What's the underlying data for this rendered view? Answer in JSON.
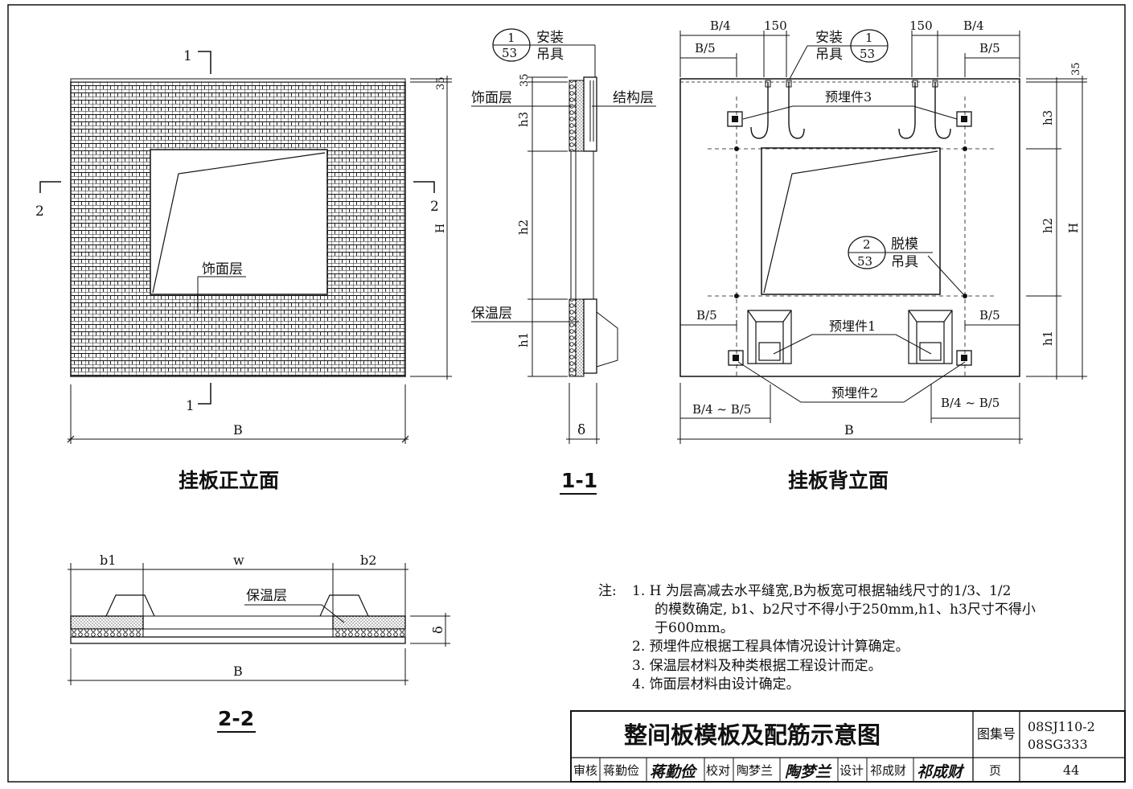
{
  "front": {
    "title": "挂板正立面",
    "label_finish": "饰面层",
    "dim_b": "B",
    "dim_h": "H",
    "dim_top": "35",
    "sec1_top": "1",
    "sec1_bot": "1",
    "sec2_left": "2",
    "sec2_right": "2"
  },
  "section11": {
    "title": "1-1",
    "ref_num": "1",
    "ref_page": "53",
    "ref_t1": "安装",
    "ref_t2": "吊具",
    "finish": "饰面层",
    "struct": "结构层",
    "insul": "保温层",
    "d35": "35",
    "h3": "h3",
    "h2": "h2",
    "h1": "h1",
    "delta": "δ"
  },
  "back": {
    "title": "挂板背立面",
    "b4_left": "B/4",
    "b5_left": "B/5",
    "d150_left": "150",
    "d150_right": "150",
    "b4_right": "B/4",
    "b5_right": "B/5",
    "ref1_num": "1",
    "ref1_page": "53",
    "ref1_t1": "安装",
    "ref1_t2": "吊具",
    "ref2_num": "2",
    "ref2_page": "53",
    "ref2_t1": "脱模",
    "ref2_t2": "吊具",
    "emb3": "预埋件3",
    "emb1": "预埋件1",
    "emb2": "预埋件2",
    "b5_low_left": "B/5",
    "b5_low_right": "B/5",
    "b45_left": "B/4 ~ B/5",
    "b45_right": "B/4 ~ B/5",
    "dim_b": "B",
    "d35": "35",
    "h3": "h3",
    "h2": "h2",
    "h1": "h1",
    "dim_h": "H"
  },
  "section22": {
    "title": "2-2",
    "b1": "b1",
    "w": "w",
    "b2": "b2",
    "insul": "保温层",
    "delta": "δ",
    "dim_b": "B"
  },
  "notes": {
    "prefix": "注:",
    "lines": [
      "1.  H 为层高减去水平缝宽,B为板宽可根据轴线尺寸的1/3、1/2",
      "的模数确定, b1、b2尺寸不得小于250mm,h1、h3尺寸不得小",
      "于600mm。",
      "2.  预埋件应根据工程具体情况设计计算确定。",
      "3.  保温层材料及种类根据工程设计而定。",
      "4.  饰面层材料由设计确定。"
    ]
  },
  "titleblock": {
    "drawing_title": "整间板模板及配筋示意图",
    "atlas_label": "图集号",
    "atlas_no1": "08SJ110-2",
    "atlas_no2": "08SG333",
    "review_label": "审核",
    "reviewer": "蒋勤俭",
    "reviewer_sig": "蒋勤俭",
    "check_label": "校对",
    "checker": "陶梦兰",
    "checker_sig": "陶梦兰",
    "design_label": "设计",
    "designer": "祁成财",
    "designer_sig": "祁成财",
    "page_label": "页",
    "page_no": "44"
  }
}
